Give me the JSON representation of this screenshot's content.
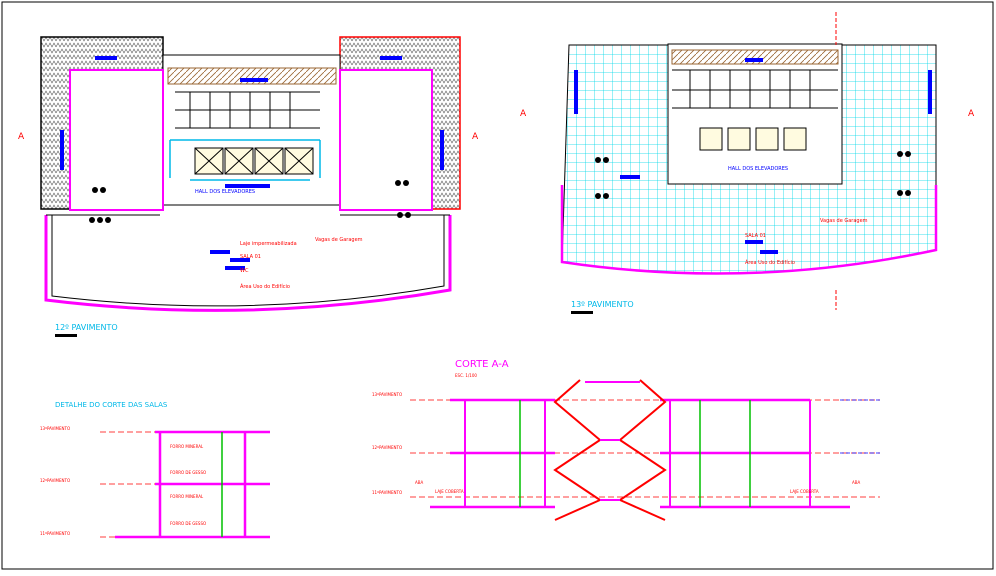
{
  "plans": {
    "floor12": {
      "title": "12º PAVIMENTO",
      "hall": "HALL DOS ELEVADORES",
      "laje": "Laje impermeabilizada",
      "vagas": "Vagas de Garagem",
      "sala": "SALA 01",
      "wc": "WC",
      "area": "Área Uso do Edifício"
    },
    "floor13": {
      "title": "13º PAVIMENTO",
      "hall": "HALL DOS ELEVADORES",
      "vagas": "Vagas de Garagem",
      "sala": "SALA 01",
      "area": "Área Uso do Edifício"
    }
  },
  "cut_marker": "A",
  "sections": {
    "detail": {
      "title": "DETALHE DO CORTE DAS SALAS",
      "levels": [
        "13ºPAVIMENTO",
        "12ºPAVIMENTO",
        "11ºPAVIMENTO"
      ],
      "rooms": [
        "FORRO MINERAL",
        "FORRO DE GESSO",
        "FORRO MINERAL",
        "FORRO DE GESSO"
      ]
    },
    "corte": {
      "title": "CORTE A-A",
      "scale": "ESC. 1/100",
      "levels": [
        "13ºPAVIMENTO",
        "12ºPAVIMENTO",
        "11ºPAVIMENTO"
      ],
      "aba": "ABA",
      "gap": "LAJE COBERTA"
    }
  },
  "colors": {
    "wall": "#ff00ff",
    "dimension": "#ff0000",
    "tile": "#00d8e8",
    "label": "#0000ff",
    "structure": "#00c000",
    "hatch": "#996633"
  }
}
